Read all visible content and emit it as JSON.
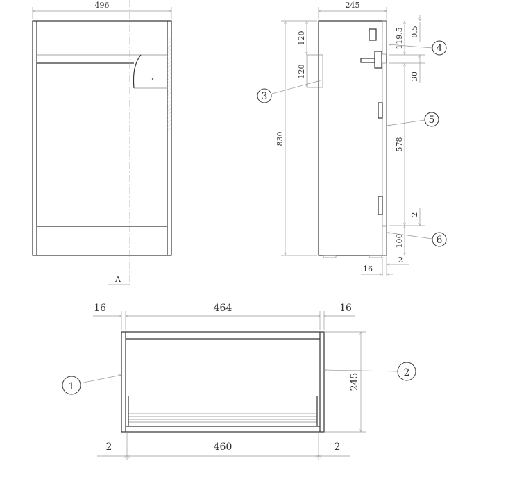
{
  "front_view": {
    "width_dim": "496",
    "section_marker": "A"
  },
  "side_view": {
    "depth_dim": "245",
    "height_dim": "830",
    "top_rail_dim": "120",
    "bracket_dim": "120",
    "door_top_dim": "119.5",
    "top_gap_dim": "0.5",
    "handle_gap_dim": "30",
    "door_height_dim": "578",
    "bottom_gap_dim": "2",
    "plinth_dim": "100",
    "panel_thickness_dim": "16",
    "door_offset_dim": "2"
  },
  "plan_view": {
    "left_panel_dim": "16",
    "inner_width_dim": "464",
    "right_panel_dim": "16",
    "depth_dim": "245",
    "left_gap_dim": "2",
    "door_width_dim": "460",
    "right_gap_dim": "2"
  },
  "callouts": [
    "1",
    "2",
    "3",
    "4",
    "5",
    "6"
  ]
}
